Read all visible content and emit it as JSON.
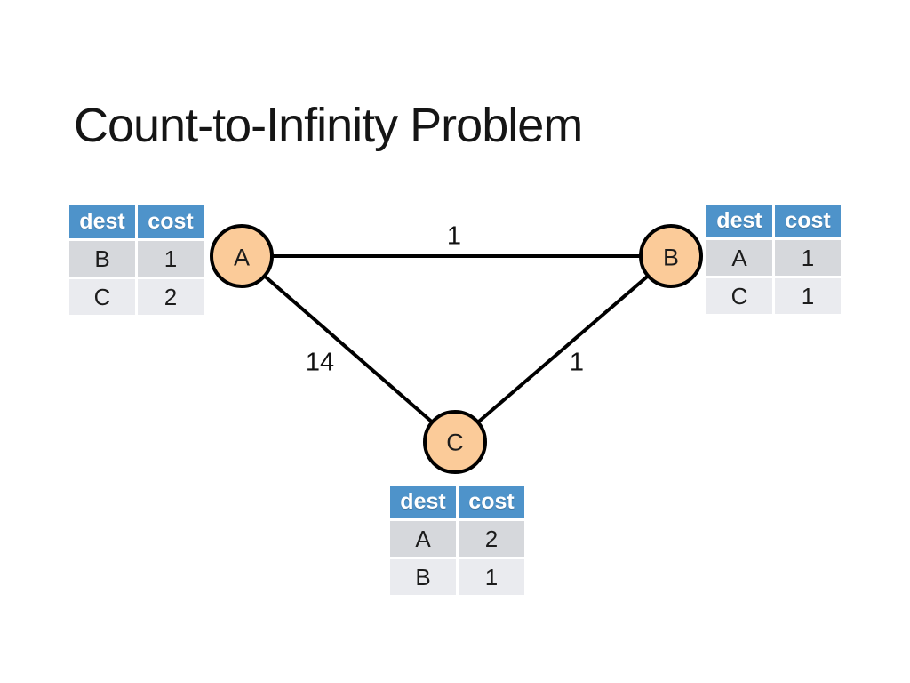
{
  "title": "Count-to-Infinity Problem",
  "colors": {
    "background": "#FFFFFF",
    "table_header_bg": "#4E93CA",
    "table_header_text": "#FFFFFF",
    "table_row_odd_bg": "#D6D8DC",
    "table_row_even_bg": "#EAEBEF",
    "node_fill": "#FBCB99",
    "node_border": "#000000",
    "edge_color": "#000000",
    "text_color": "#151515"
  },
  "diagram": {
    "nodes": [
      {
        "id": "A",
        "label": "A"
      },
      {
        "id": "B",
        "label": "B"
      },
      {
        "id": "C",
        "label": "C"
      }
    ],
    "edges": [
      {
        "from": "A",
        "to": "B",
        "cost": "1"
      },
      {
        "from": "A",
        "to": "C",
        "cost": "14"
      },
      {
        "from": "B",
        "to": "C",
        "cost": "1"
      }
    ]
  },
  "tables": {
    "a": {
      "node": "A",
      "headers": {
        "dest": "dest",
        "cost": "cost"
      },
      "rows": [
        {
          "dest": "B",
          "cost": "1"
        },
        {
          "dest": "C",
          "cost": "2"
        }
      ]
    },
    "b": {
      "node": "B",
      "headers": {
        "dest": "dest",
        "cost": "cost"
      },
      "rows": [
        {
          "dest": "A",
          "cost": "1"
        },
        {
          "dest": "C",
          "cost": "1"
        }
      ]
    },
    "c": {
      "node": "C",
      "headers": {
        "dest": "dest",
        "cost": "cost"
      },
      "rows": [
        {
          "dest": "A",
          "cost": "2"
        },
        {
          "dest": "B",
          "cost": "1"
        }
      ]
    }
  }
}
